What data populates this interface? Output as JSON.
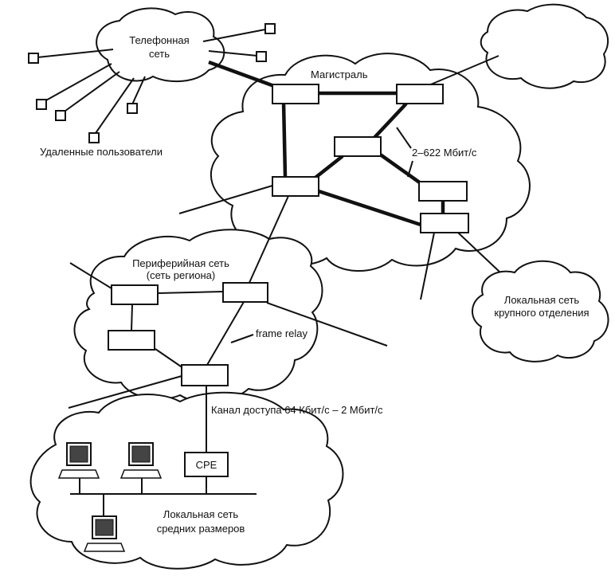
{
  "labels": {
    "phone_net_1": "Телефонная",
    "phone_net_2": "сеть",
    "remote_users": "Удаленные пользователи",
    "backbone": "Магистраль",
    "speed": "2–622 Мбит/с",
    "peripheral_1": "Периферийная сеть",
    "peripheral_2": "(сеть региона)",
    "frame_relay": "frame relay",
    "branch_lan_1": "Локальная сеть",
    "branch_lan_2": "крупного отделения",
    "access_channel": "Канал доступа 64 Кбит/с – 2 Мбит/с",
    "cpe": "CPE",
    "medium_lan_1": "Локальная сеть",
    "medium_lan_2": "средних размеров"
  }
}
